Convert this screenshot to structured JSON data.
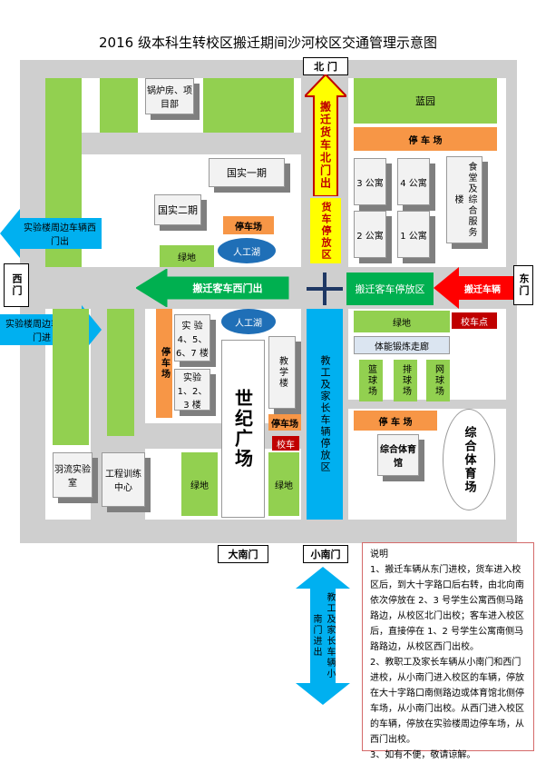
{
  "title": "2016 级本科生转校区搬迁期间沙河校区交通管理示意图",
  "gates": {
    "north": "北  门",
    "east": "东门",
    "west": "西门",
    "big_south": "大南门",
    "small_south": "小南门"
  },
  "buildings": {
    "boiler": "锅炉房、项目部",
    "guoshi1": "国实一期",
    "guoshi2": "国实二期",
    "lanyuan": "蓝园",
    "dorm3": "3 公寓",
    "dorm4": "4 公寓",
    "dorm2": "2 公寓",
    "dorm1": "1 公寓",
    "canteen": "食堂及综合服务楼",
    "lake_top": "人工湖",
    "lake_bottom": "人工湖",
    "lab_a": "实 验 4、5、6、7 楼",
    "lab_b": "实验 1、2、3 楼",
    "teaching": "教学楼",
    "plaza": "世纪广场",
    "fitness": "体能锻炼走廊",
    "basketball": "篮球场",
    "volleyball": "排球场",
    "tennis": "网球场",
    "gym": "综合体育馆",
    "gym_big": "综合体育场",
    "badminton": "羽流实验 室",
    "training": "工程训练中心"
  },
  "zones": {
    "green_label": "绿地",
    "parking_top": "停 车 场",
    "parking_small": "停车场",
    "parking_west": "停车场",
    "parking_mid": "停车场",
    "parking_lower": "停 车 场",
    "bus_stop": "校车",
    "bus_stop_east": "校车点",
    "truck_parking": "货车停放区",
    "car_parking": "搬迁客车停放区",
    "staff_parking": "教工及家长车辆停放区"
  },
  "arrows": {
    "truck_north": "搬迁货车北门出",
    "car_west": "搬迁客车西门出",
    "east_in": "搬迁车辆",
    "lab_west_out": "实验楼周边车辆西门出",
    "lab_west_in": "实验楼周边车辆西门进",
    "staff_south": "教工及家长车辆小南门进出"
  },
  "notes": {
    "heading": "说明",
    "items": [
      "1、搬迁车辆从东门进校，货车进入校区后，到大十字路口后右转，由北向南依次停放在 2、3 号学生公寓西侧马路路边，从校区北门出校；客车进入校区后，直接停在 1、2 号学生公寓南侧马路路边，从校区西门出校。",
      "2、教职工及家长车辆从小南门和西门进校，从小南门进入校区的车辆，停放在大十字路口南侧路边或体育馆北侧停车场，从小南门出校。从西门进入校区的车辆，停放在实验楼周边停车场，从西门出校。",
      "3、如有不便，敬请谅解。"
    ]
  },
  "colors": {
    "green": "#92d050",
    "orange": "#f79646",
    "blue": "#00b0f0",
    "red": "#ff0000",
    "yellow": "#ffff00",
    "darkgreen": "#00b050",
    "navy": "#1f3864"
  }
}
